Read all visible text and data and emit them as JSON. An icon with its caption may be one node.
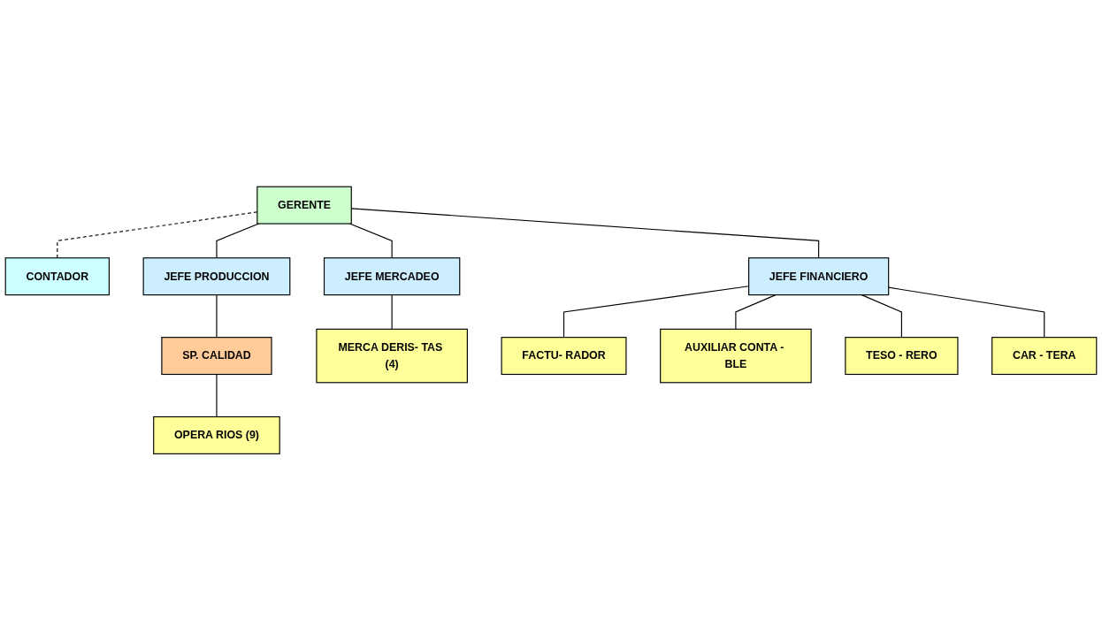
{
  "diagram": {
    "nodes": [
      {
        "text": [
          "GERENTE"
        ]
      },
      {
        "text": [
          "CONTADOR"
        ]
      },
      {
        "text": [
          "JEFE PRODUCCION"
        ]
      },
      {
        "text": [
          "JEFE MERCADEO"
        ]
      },
      {
        "text": [
          "JEFE FINANCIERO"
        ]
      },
      {
        "text": [
          "SP. CALIDAD"
        ]
      },
      {
        "text": [
          "OPERA RIOS (9)"
        ]
      },
      {
        "text": [
          "MERCA DERIS- TAS (4)"
        ]
      },
      {
        "text": [
          "FACTU- RADOR"
        ]
      },
      {
        "text": [
          "AUXILIAR CONTA - BLE"
        ]
      },
      {
        "text": [
          "TESO - RERO"
        ]
      },
      {
        "text": [
          "CAR - TERA"
        ]
      }
    ],
    "edges": [
      {
        "from": 0,
        "to": 1,
        "arrow": "none",
        "style": "dashed"
      },
      {
        "from": 0,
        "to": 2,
        "arrow": "none"
      },
      {
        "from": 0,
        "to": 3,
        "arrow": "none"
      },
      {
        "from": 0,
        "to": 4,
        "arrow": "none"
      },
      {
        "from": 2,
        "to": 5,
        "arrow": "none"
      },
      {
        "from": 5,
        "to": 6,
        "arrow": "none"
      },
      {
        "from": 3,
        "to": 7,
        "arrow": "none"
      },
      {
        "from": 4,
        "to": 8,
        "arrow": "none"
      },
      {
        "from": 4,
        "to": 9,
        "arrow": "none"
      },
      {
        "from": 4,
        "to": 10,
        "arrow": "none"
      },
      {
        "from": 4,
        "to": 11,
        "arrow": "none"
      }
    ]
  }
}
